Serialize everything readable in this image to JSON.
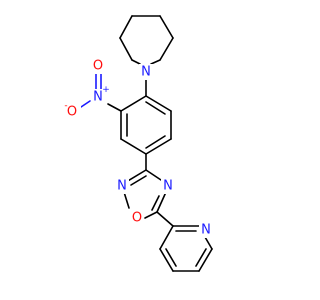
{
  "colors": {
    "background": "#ffffff",
    "carbon_bond": "#000000",
    "nitrogen": "#1a1aff",
    "oxygen": "#ff0d0d"
  },
  "atoms": {
    "piperidine_n": {
      "element": "N"
    },
    "nitro_n": {
      "element": "N",
      "charge": "+"
    },
    "nitro_o_minus": {
      "element": "O",
      "charge": "-"
    },
    "nitro_o": {
      "element": "O"
    },
    "oxadiazole_n2": {
      "element": "N"
    },
    "oxadiazole_n4": {
      "element": "N"
    },
    "oxadiazole_o": {
      "element": "O"
    },
    "pyridine_n": {
      "element": "N"
    }
  }
}
